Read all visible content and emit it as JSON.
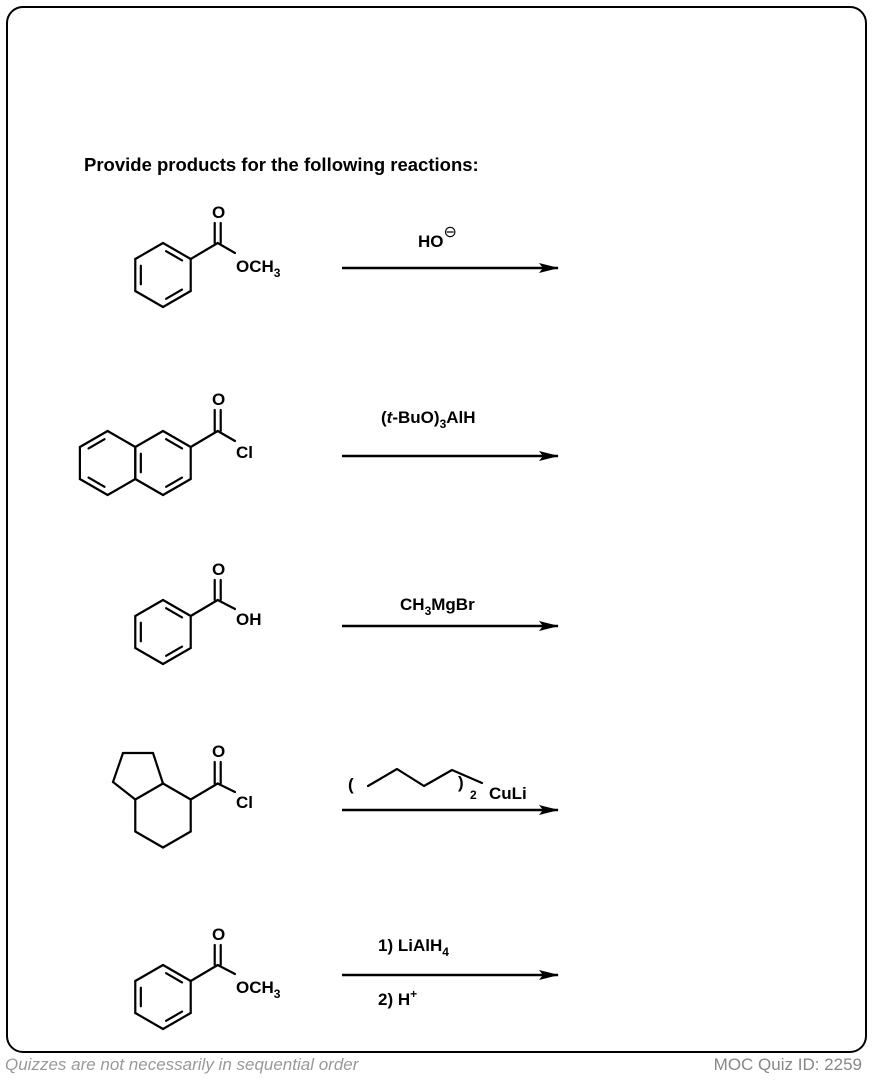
{
  "title": "Provide products for the following reactions:",
  "reactions": [
    {
      "substrate": {
        "o": "O",
        "group": "OCH",
        "group_sub": "3"
      },
      "reagent": {
        "text": "HO",
        "charge": "⊖"
      }
    },
    {
      "substrate": {
        "o": "O",
        "group": "Cl"
      },
      "reagent": {
        "open": "(",
        "t": "t",
        "rest": "-BuO)",
        "sub": "3",
        "tail": "AlH"
      }
    },
    {
      "substrate": {
        "o": "O",
        "group": "OH"
      },
      "reagent": {
        "a": "CH",
        "sub": "3",
        "b": "MgBr"
      }
    },
    {
      "substrate": {
        "o": "O",
        "group": "Cl"
      },
      "reagent": {
        "open": "(",
        "close": ")",
        "sub": "2",
        "tail": "CuLi"
      }
    },
    {
      "substrate": {
        "o": "O",
        "group": "OCH",
        "group_sub": "3"
      },
      "reagent": {
        "step1": "1) LiAlH",
        "step1_sub": "4",
        "step2": "2) H",
        "step2_sup": "+"
      }
    }
  ],
  "footer": {
    "note": "Quizzes are not necessarily in sequential order",
    "quiz_id": "MOC Quiz ID: 2259"
  }
}
